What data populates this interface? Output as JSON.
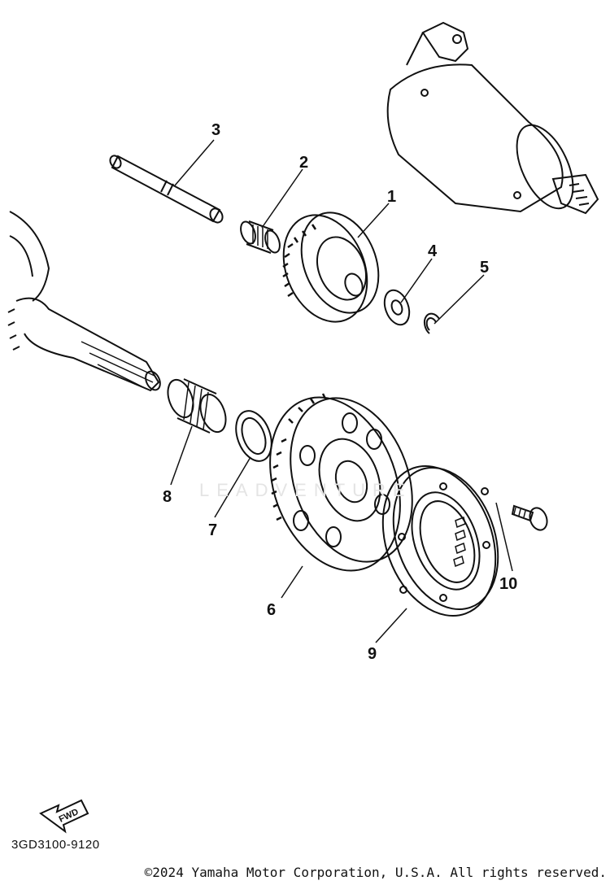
{
  "diagram": {
    "part_labels": [
      "1",
      "2",
      "3",
      "4",
      "5",
      "6",
      "7",
      "8",
      "9",
      "10"
    ],
    "fwd_label": "FWD",
    "drawing_code": "3GD3100-9120"
  },
  "footer": {
    "copyright": "©2024 Yamaha Motor Corporation, U.S.A. All rights reserved."
  },
  "colors": {
    "line": "#111111",
    "background": "#ffffff",
    "watermark": "#e4e4e4"
  }
}
